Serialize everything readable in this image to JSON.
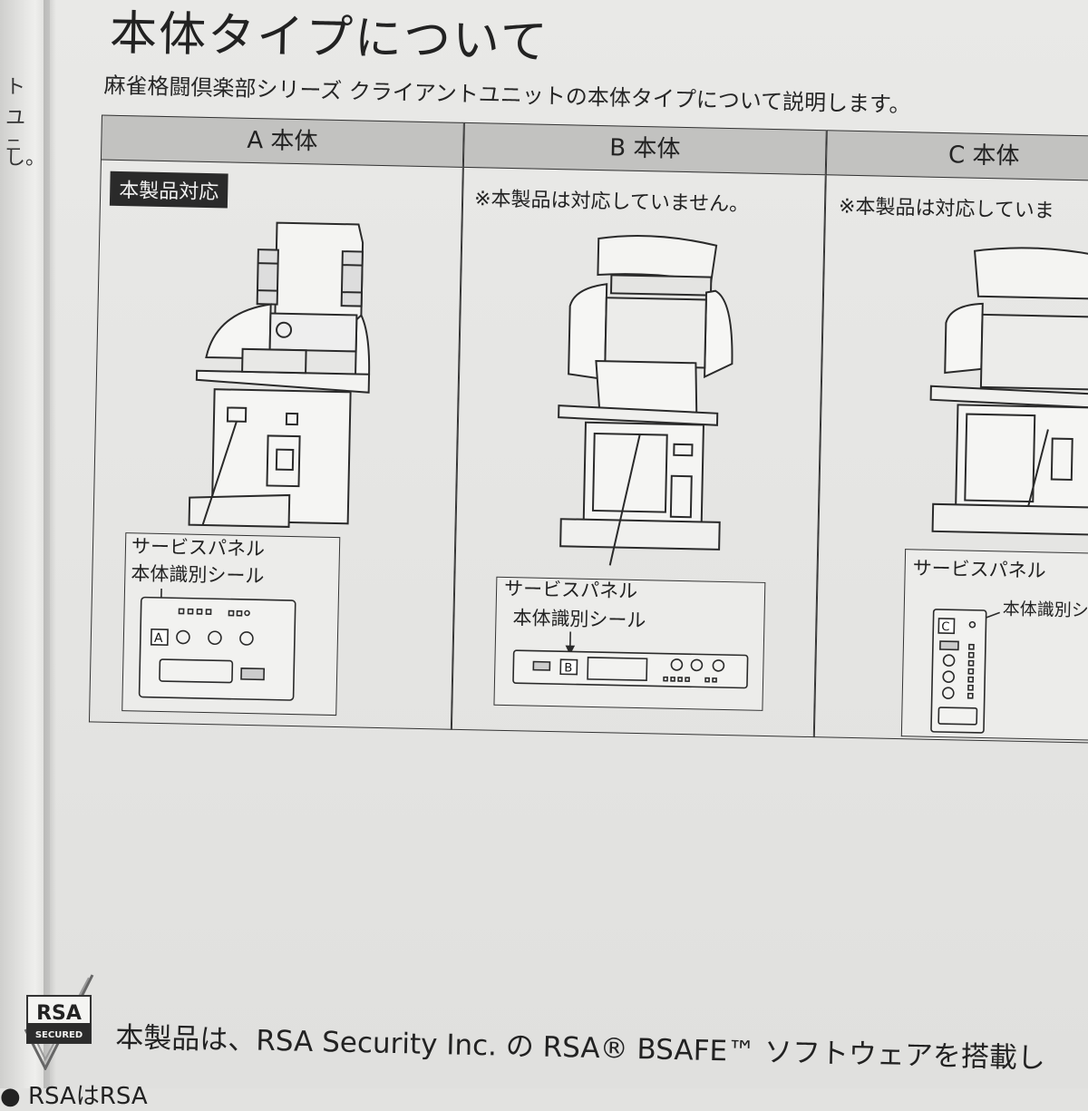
{
  "page": {
    "title": "本体タイプについて",
    "subtitle": "麻雀格闘倶楽部シリーズ クライアントユニットの本体タイプについて説明します。"
  },
  "table": {
    "columns": [
      {
        "header": "A 本体",
        "badge": "本製品対応",
        "panel_label": "サービスパネル",
        "sticker_label": "本体識別シール",
        "sticker_letter": "A"
      },
      {
        "header": "B 本体",
        "note": "※本製品は対応していません。",
        "panel_label": "サービスパネル",
        "sticker_label": "本体識別シール",
        "sticker_letter": "B"
      },
      {
        "header": "C 本体",
        "note": "※本製品は対応していま",
        "panel_label": "サービスパネル",
        "sticker_label": "本体識別シ",
        "sticker_letter": "C"
      }
    ]
  },
  "footer": {
    "logo_text": "RSA",
    "logo_subtext": "SECURED",
    "text": "本製品は、RSA Security Inc. の RSA® BSAFE™ ソフトウェアを搭載し",
    "bottom_partial": "● RSAはRSA"
  },
  "prev_page": {
    "fragments": [
      "ト",
      "ユ",
      "ニ",
      "し。"
    ]
  },
  "colors": {
    "paper": "#e6e6e4",
    "header_fill": "#c2c2c0",
    "badge_fill": "#2a2a2a",
    "ink": "#222222"
  }
}
